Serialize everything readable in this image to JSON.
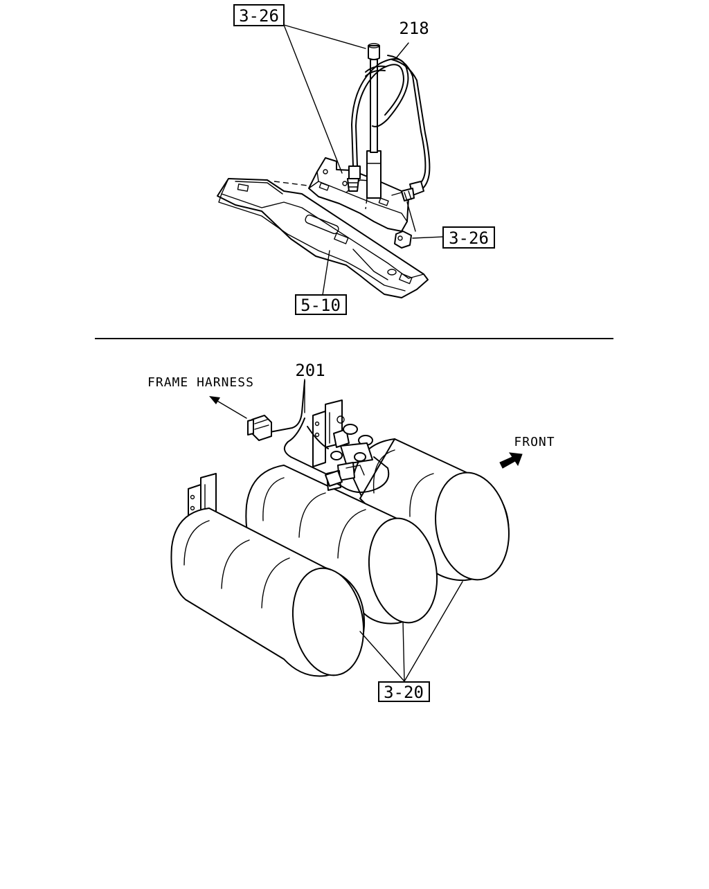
{
  "upper": {
    "callout_top_left": "3-26",
    "callout_right": "3-26",
    "callout_bottom": "5-10",
    "part_number": "218"
  },
  "lower": {
    "frame_harness_label": "FRAME HARNESS",
    "front_label": "FRONT",
    "part_number": "201",
    "callout_tanks": "3-20"
  }
}
